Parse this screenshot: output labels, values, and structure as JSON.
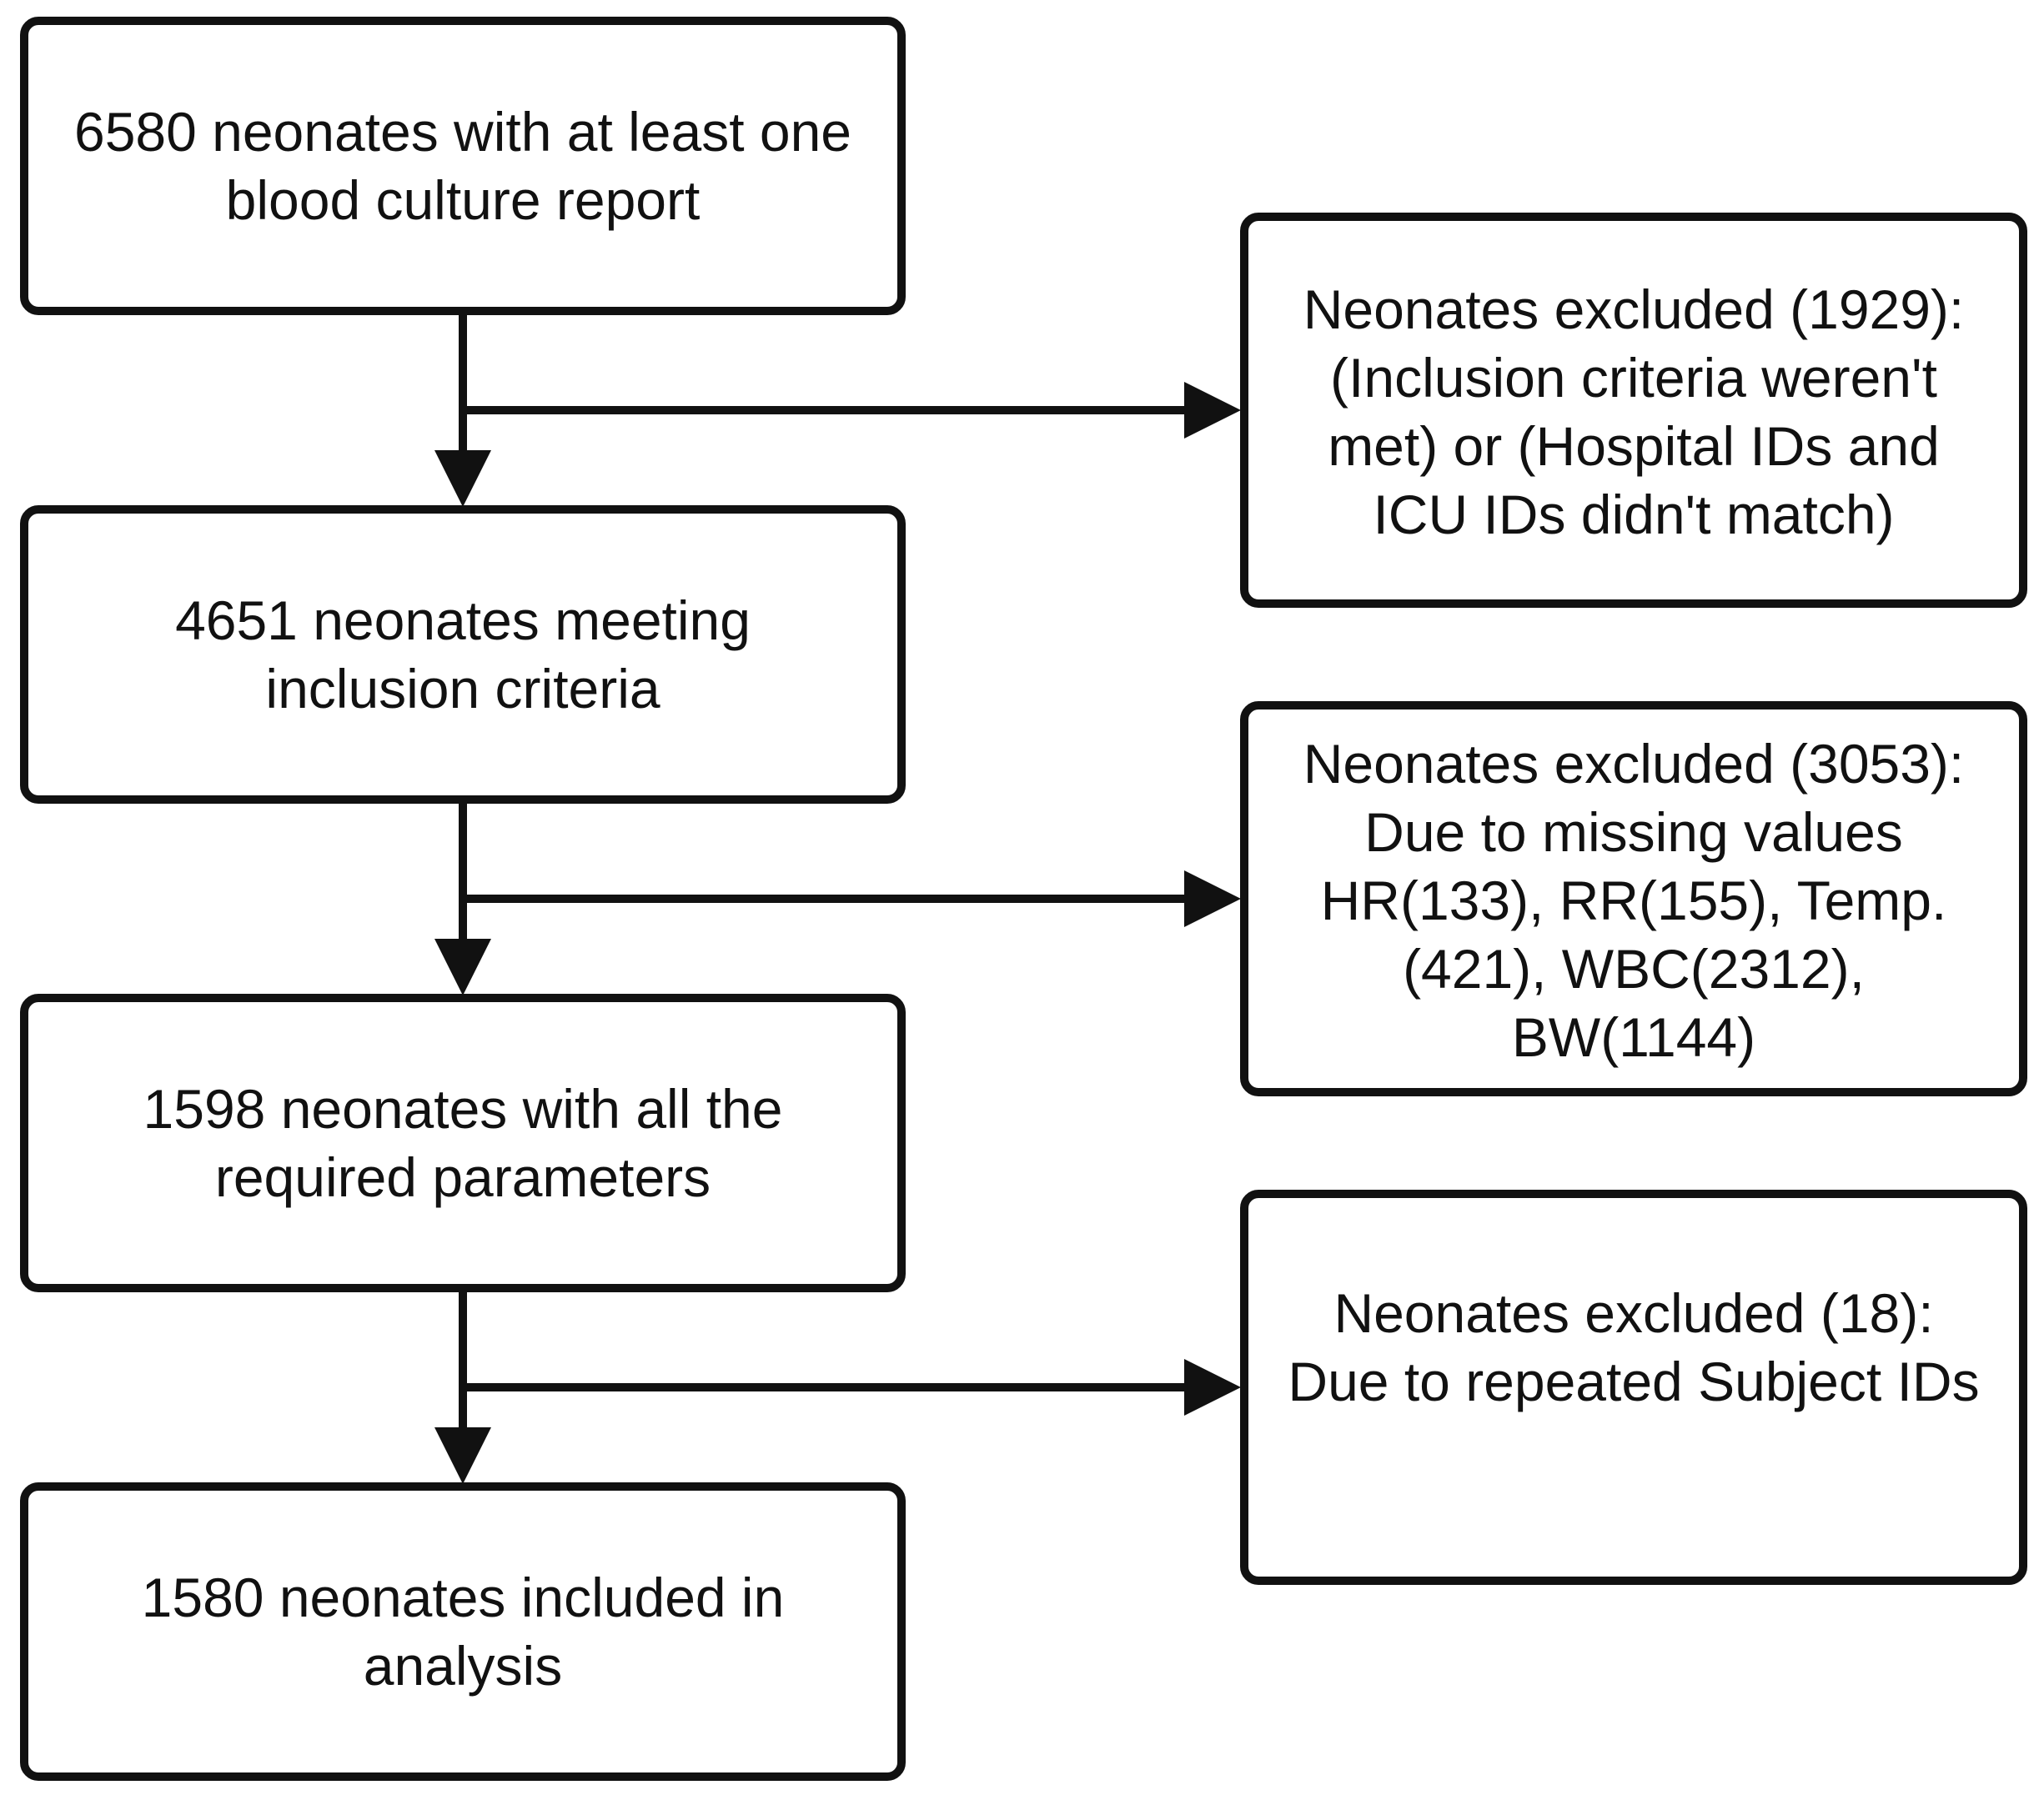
{
  "flow": {
    "main_steps": [
      {
        "text": "6580 neonates with at least one\nblood culture report"
      },
      {
        "text": "4651 neonates meeting\ninclusion criteria"
      },
      {
        "text": "1598 neonates with all the\nrequired parameters"
      },
      {
        "text": "1580 neonates included in\nanalysis"
      }
    ],
    "exclusions": [
      {
        "text": "Neonates excluded (1929):\n(Inclusion criteria weren't\nmet) or (Hospital IDs and\nICU IDs didn't match)"
      },
      {
        "text": "Neonates excluded (3053):\nDue to missing values\nHR(133), RR(155), Temp.\n(421), WBC(2312),\nBW(1144)"
      },
      {
        "text": "Neonates excluded (18):\nDue to repeated Subject IDs"
      }
    ]
  },
  "colors": {
    "stroke": "#111111",
    "background": "#ffffff"
  }
}
